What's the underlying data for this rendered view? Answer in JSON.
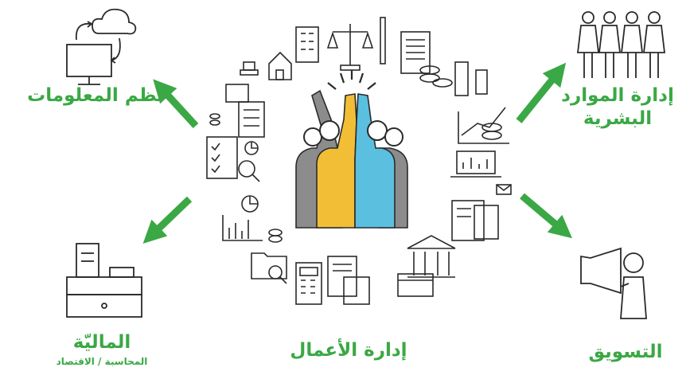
{
  "colors": {
    "label_green": "#3aa844",
    "arrow_green": "#3aa844",
    "icon_stroke": "#2a2a2a",
    "person_yellow": "#f2be36",
    "person_blue": "#5bbfe0",
    "person_gray": "#8c8c8c"
  },
  "center": {
    "label": "إدارة الأعمال",
    "icon": "teamwork-high-five-icon"
  },
  "branches": {
    "info_systems": {
      "label": "نظم المعلومات",
      "icon": "computer-cloud-sync-icon"
    },
    "hr": {
      "label_line1": "إدارة الموارد",
      "label_line2": "البشرية",
      "icon": "people-group-icon"
    },
    "marketing": {
      "label": "التسويق",
      "icon": "megaphone-person-icon"
    },
    "finance": {
      "label": "الماليّة",
      "sublabel": "المحاسبة / الاقتصاد",
      "icon": "cash-register-icon"
    }
  }
}
